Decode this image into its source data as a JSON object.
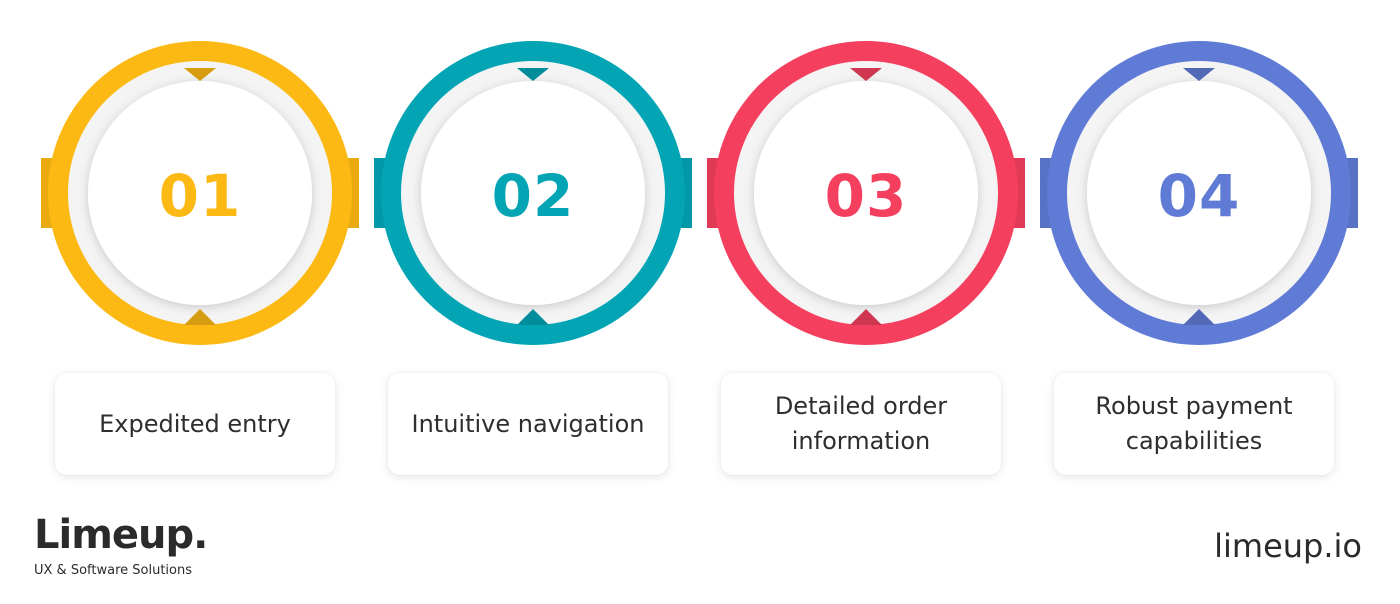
{
  "steps": [
    {
      "number": "01",
      "label": "Expedited entry",
      "color": "#FDB913"
    },
    {
      "number": "02",
      "label": "Intuitive navigation",
      "color": "#03A5B5"
    },
    {
      "number": "03",
      "label": "Detailed order information",
      "color": "#F43F5E"
    },
    {
      "number": "04",
      "label": "Robust payment capabilities",
      "color": "#5F7BD6"
    }
  ],
  "brand": {
    "logo": "Limeup.",
    "tagline": "UX & Software Solutions"
  },
  "site_url": "limeup.io"
}
